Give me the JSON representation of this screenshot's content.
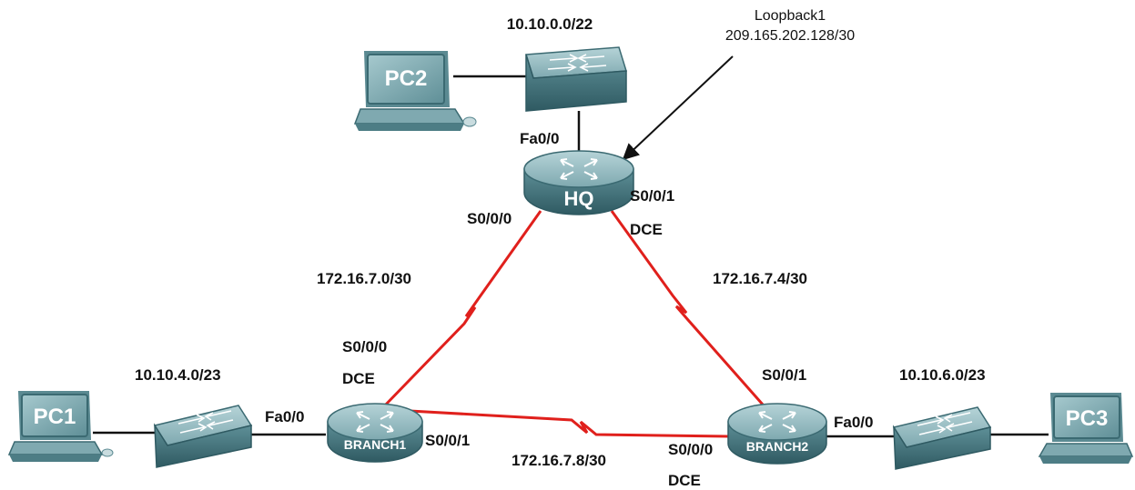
{
  "colors": {
    "serial_link": "#e0201c",
    "ethernet_link": "#111111",
    "device_top": "#8fb8be",
    "device_side": "#4d7d85",
    "device_dark": "#2f5a62"
  },
  "pcs": [
    {
      "name": "PC2",
      "icon": "computer-icon"
    },
    {
      "name": "PC1",
      "icon": "computer-icon"
    },
    {
      "name": "PC3",
      "icon": "computer-icon"
    }
  ],
  "switches": [
    {
      "icon": "switch-icon",
      "subnet": "10.10.0.0/22"
    },
    {
      "icon": "switch-icon",
      "subnet": "10.10.4.0/23"
    },
    {
      "icon": "switch-icon",
      "subnet": "10.10.6.0/23"
    }
  ],
  "routers": [
    {
      "name": "HQ",
      "icon": "router-icon"
    },
    {
      "name": "BRANCH1",
      "icon": "router-icon"
    },
    {
      "name": "BRANCH2",
      "icon": "router-icon"
    }
  ],
  "loopback": {
    "name": "Loopback1",
    "network": "209.165.202.128/30"
  },
  "serial_networks": {
    "hq_branch1": "172.16.7.0/30",
    "hq_branch2": "172.16.7.4/30",
    "branch1_branch2": "172.16.7.8/30"
  },
  "interfaces": {
    "hq_fa": "Fa0/0",
    "hq_s000": "S0/0/0",
    "hq_s001": "S0/0/1",
    "hq_s001_dce": "DCE",
    "b1_s000": "S0/0/0",
    "b1_s000_dce": "DCE",
    "b1_fa": "Fa0/0",
    "b1_s001": "S0/0/1",
    "b2_s001": "S0/0/1",
    "b2_fa": "Fa0/0",
    "b2_s000": "S0/0/0",
    "b2_s000_dce": "DCE"
  }
}
